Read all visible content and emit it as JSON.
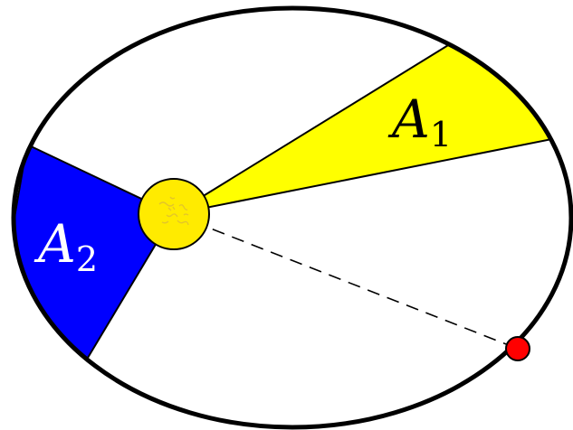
{
  "diagram": {
    "labels": {
      "area_1": {
        "symbol": "A",
        "subscript": "1"
      },
      "area_2": {
        "symbol": "A",
        "subscript": "2"
      }
    },
    "colors": {
      "background": "#ffffff",
      "orbit": "#000000",
      "area_1_fill": "#ffff00",
      "area_2_fill": "#0000ff",
      "area_2_text": "#ffffff",
      "area_1_text": "#000000",
      "sun_fill": "#ffeb00",
      "sun_texture": "#e3c52a",
      "planet_fill": "#ff0000",
      "focus_line": "#000000"
    }
  }
}
